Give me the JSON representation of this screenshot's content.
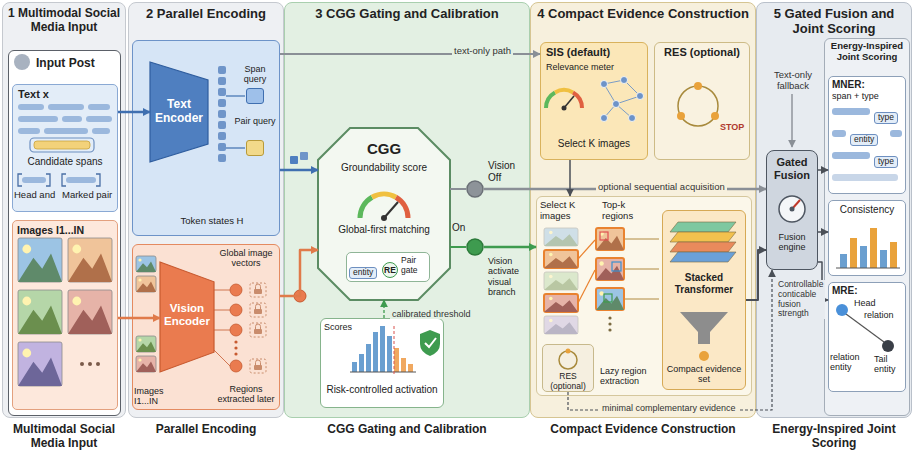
{
  "diagram": {
    "nodes": [
      {
        "text": [
          "1 Multimodal Social Media Input",
          "Multimodal Social Media Input"
        ]
      },
      {
        "text": [
          "Input Post"
        ],
        "in": 0
      },
      {
        "text": [
          "Text x",
          "Candidate spans",
          "Head and",
          "Marked pair"
        ],
        "in": 1
      },
      {
        "text": [
          "Images I1...IN"
        ],
        "in": 1
      },
      {
        "text": [
          "2 Parallel Encoding",
          "Parallel Encoding"
        ]
      },
      {
        "text": [
          "Token states H"
        ],
        "in": 4
      },
      {
        "text": [
          "Text Encoder"
        ],
        "in": 5
      },
      {
        "text": [
          "Span query"
        ],
        "in": 5
      },
      {
        "text": [
          "Pair query"
        ],
        "in": 5
      },
      {
        "text": [
          "Global image vectors",
          "Images I1...IN",
          "Regions extracted later"
        ],
        "in": 4
      },
      {
        "text": [
          "Vision Encoder"
        ],
        "in": 9
      },
      {
        "text": [
          "3 CGG Gating and Calibration",
          "CGG Gating and Calibration"
        ]
      },
      {
        "text": [
          "CGG",
          "Groundability score",
          "Global-first matching"
        ],
        "in": 11
      },
      {
        "text": [
          "entity",
          "RE",
          "Pair gate"
        ],
        "in": 12
      },
      {
        "text": [
          "Vision Off"
        ],
        "in": 11
      },
      {
        "text": [
          "On",
          "Vision activate visual branch"
        ],
        "in": 11
      },
      {
        "text": [
          "Scores",
          "Risk-controlled activation"
        ],
        "in": 11
      },
      {
        "text": [
          "4 Compact Evidence Construction",
          "Compact Evidence Construction"
        ]
      },
      {
        "text": [
          "SIS (default)",
          "Relevance meter",
          "Select K images"
        ],
        "in": 17
      },
      {
        "text": [
          "RES (optional)",
          "STOP"
        ],
        "in": 17
      },
      {
        "text": [
          "Select K images",
          "Top-k regions",
          "Lazy region extraction"
        ],
        "in": 17
      },
      {
        "text": [
          "Stacked Transformer",
          "Compact evidence set"
        ],
        "in": 20
      },
      {
        "text": [
          "RES (optional)"
        ],
        "in": 20
      },
      {
        "text": [
          "5 Gated Fusion and Joint Scoring",
          "Energy-Inspired Joint Scoring"
        ]
      },
      {
        "text": [
          "Gated Fusion",
          "Fusion engine"
        ],
        "in": 23
      },
      {
        "text": [
          "Energy-Inspired Joint Scoring"
        ],
        "in": 23
      },
      {
        "text": [
          "MNER:",
          "span + type",
          "type",
          "entity",
          "type"
        ],
        "in": 25
      },
      {
        "text": [
          "Consistency"
        ],
        "in": 25
      },
      {
        "text": [
          "MRE:",
          "Head",
          "relation",
          "relation entity",
          "Tail entity"
        ],
        "in": 25
      }
    ],
    "edges": [
      {
        "from": 2,
        "to": 6,
        "arrow": "to"
      },
      {
        "from": 3,
        "to": 10,
        "arrow": "to"
      },
      {
        "from": 5,
        "to": 12,
        "arrow": "to"
      },
      {
        "from": 9,
        "to": 12,
        "arrow": "to"
      },
      {
        "from": 5,
        "to": 18,
        "label": "text-only path",
        "arrow": "to"
      },
      {
        "from": 12,
        "to": 14,
        "arrow": "none"
      },
      {
        "from": 12,
        "to": 15,
        "arrow": "none"
      },
      {
        "from": 16,
        "to": 12,
        "label": "calibrated threshold",
        "arrow": "to"
      },
      {
        "from": 14,
        "to": 24,
        "label": "optional sequential acquisition",
        "arrow": "to"
      },
      {
        "from": 15,
        "to": 20,
        "arrow": "to"
      },
      {
        "from": 18,
        "to": 20,
        "arrow": "to"
      },
      {
        "from": 21,
        "to": 24,
        "arrow": "to"
      },
      {
        "from": 22,
        "to": 24,
        "label": "minimal complementary evidence",
        "arrow": "to"
      },
      {
        "from": 24,
        "to": 26,
        "arrow": "to"
      },
      {
        "from": 24,
        "to": 27,
        "arrow": "to"
      },
      {
        "from": 24,
        "to": 28,
        "arrow": "to"
      }
    ],
    "labels": [
      "Text-only fallback",
      "Controllable conticable fusion strength"
    ]
  }
}
